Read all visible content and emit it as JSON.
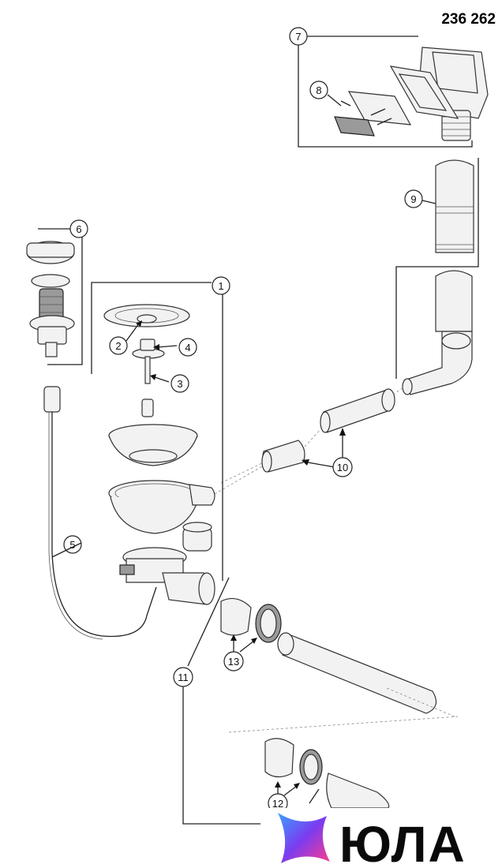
{
  "document": {
    "reference_code": "236 262"
  },
  "callouts": {
    "c1": "1",
    "c2": "2",
    "c3": "3",
    "c4": "4",
    "c5": "5",
    "c6": "6",
    "c7": "7",
    "c8": "8",
    "c9": "9",
    "c10": "10",
    "c11": "11",
    "c12": "12",
    "c13": "13"
  },
  "brand": {
    "wordmark": "ЮЛА",
    "logo_icon": "yula-star-logo-icon",
    "colors": {
      "logo_start": "#3aa0ff",
      "logo_mid": "#7b3cf0",
      "logo_end": "#ff3c8c",
      "ink": "#0a0a0a"
    }
  }
}
